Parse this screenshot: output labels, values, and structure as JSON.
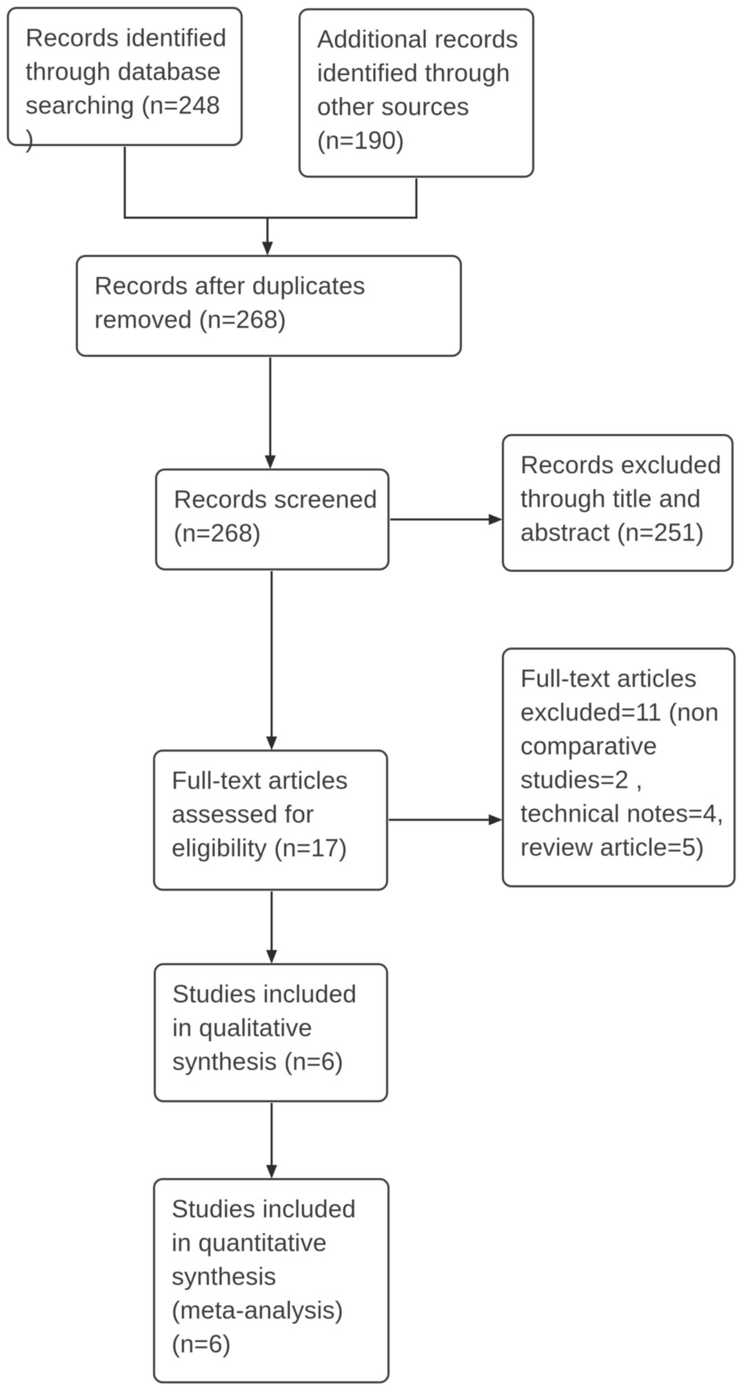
{
  "diagram": {
    "type": "flowchart",
    "subject": "study-selection-flow",
    "colors": {
      "border": "#3f3f3f",
      "text": "#3d3d3d",
      "line": "#2d2d2d",
      "background": "#ffffff"
    },
    "boxes": {
      "identified_database": {
        "text": "Records identified\nthrough database\nsearching (n=248 )"
      },
      "identified_other": {
        "text": "Additional records\nidentified through\nother sources\n(n=190)"
      },
      "after_duplicates": {
        "text": "Records after duplicates\nremoved (n=268)"
      },
      "screened": {
        "text": "Records screened\n(n=268)"
      },
      "excluded_title_abstract": {
        "text": "Records excluded\nthrough title and\nabstract (n=251)"
      },
      "fulltext_assessed": {
        "text": "Full-text articles\nassessed for\neligibility (n=17)"
      },
      "fulltext_excluded": {
        "text": "Full-text articles\nexcluded=11 (non\ncomparative\nstudies=2 ,\ntechnical notes=4,\nreview article=5)"
      },
      "qualitative": {
        "text": "Studies included\nin qualitative\nsynthesis (n=6)"
      },
      "quantitative": {
        "text": "Studies included\nin quantitative\nsynthesis\n(meta-analysis)\n(n=6)"
      }
    },
    "counts": {
      "identified_database": 248,
      "identified_other": 190,
      "after_duplicates": 268,
      "screened": 268,
      "excluded_title_abstract": 251,
      "fulltext_assessed": 17,
      "fulltext_excluded_total": 11,
      "non_comparative_studies": 2,
      "technical_notes": 4,
      "review_articles": 5,
      "qualitative_synthesis": 6,
      "quantitative_synthesis": 6
    }
  }
}
